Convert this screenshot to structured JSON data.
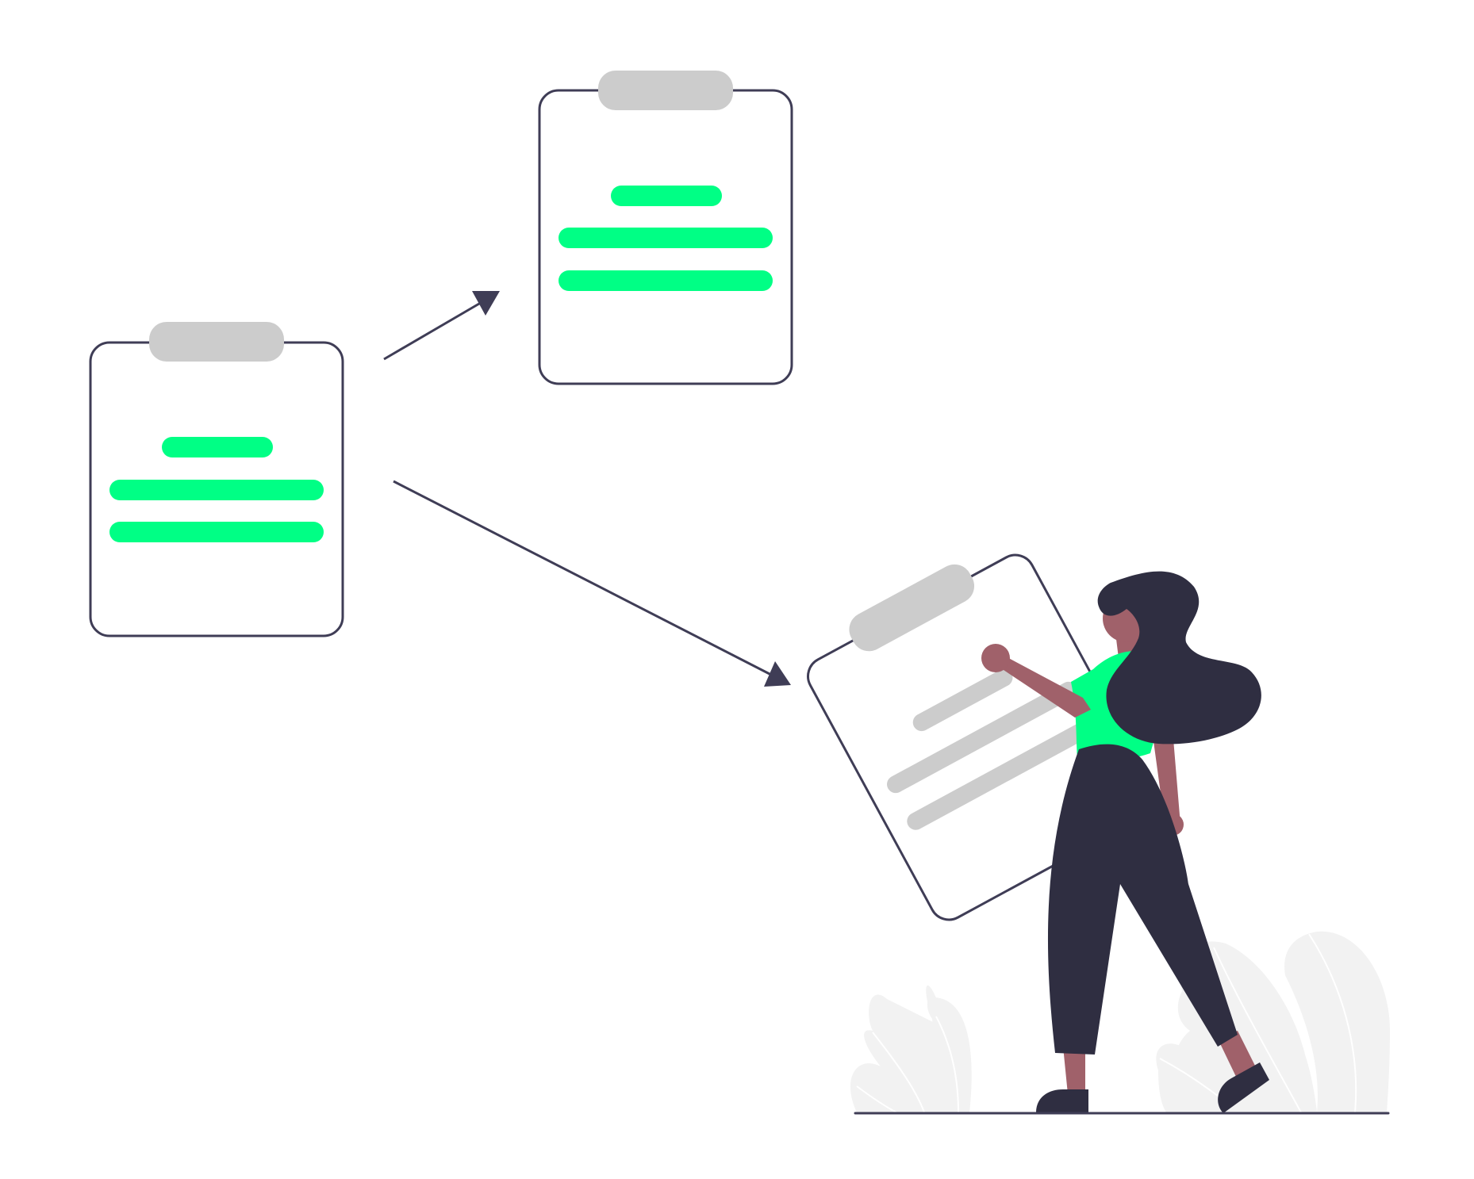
{
  "colors": {
    "background": "#ffffff",
    "outline": "#3f3d56",
    "accent": "#00ff85",
    "tab_gray": "#cccccc",
    "line_gray": "#cccccc",
    "foliage": "#f2f2f2",
    "skin": "#a0616a",
    "hair_and_clothes": "#2f2e41"
  },
  "illustration": {
    "clipboards": [
      {
        "role": "source-clipboard",
        "state": "filled-green"
      },
      {
        "role": "copy-clipboard",
        "state": "filled-green"
      },
      {
        "role": "held-clipboard",
        "state": "empty-gray"
      }
    ],
    "arrows": [
      "arrow-to-copy",
      "arrow-to-held"
    ],
    "figure": "woman-holding-clipboard",
    "plants": 3
  }
}
